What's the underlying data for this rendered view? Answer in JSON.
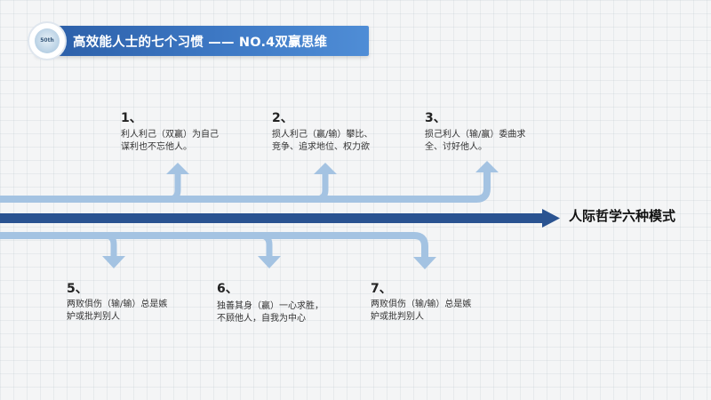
{
  "header": {
    "title": "高效能人士的七个习惯 —— NO.4双赢思维",
    "logo_text": "50th"
  },
  "main_arrow_label": "人际哲学六种模式",
  "items_top": [
    {
      "number": "1、",
      "lines": [
        "利人利己（双赢）为自己",
        "谋利也不忘他人。"
      ]
    },
    {
      "number": "2、",
      "lines": [
        "损人利己（赢/输）攀比、",
        "竞争、追求地位、权力欲"
      ]
    },
    {
      "number": "3、",
      "lines": [
        "损己利人（输/赢）委曲求",
        "全、讨好他人。"
      ]
    }
  ],
  "items_bottom": [
    {
      "number": "5、",
      "lines": [
        "两败俱伤（输/输）总是嫉",
        "妒或批判别人"
      ]
    },
    {
      "number": "6、",
      "lines": [
        "独善其身（赢）一心求胜，",
        "不顾他人，自我为中心"
      ]
    },
    {
      "number": "7、",
      "lines": [
        "两败俱伤（输/输）总是嫉",
        "妒或批判别人"
      ]
    }
  ],
  "colors": {
    "arrow_dark": "#2a5391",
    "arrow_light": "#a4c3e2",
    "header_blue": "#3066b2"
  }
}
